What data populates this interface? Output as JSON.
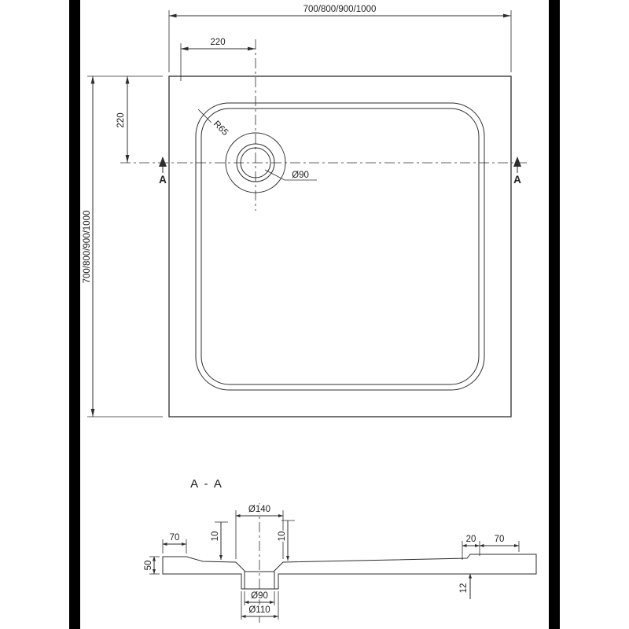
{
  "plan": {
    "overall_width": "700/800/900/1000",
    "overall_height": "700/800/900/1000",
    "drain_offset_horizontal": "220",
    "drain_offset_vertical": "220",
    "corner_radius": "R65",
    "drain_diameter": "Ø90",
    "section_label": "A"
  },
  "section": {
    "title": "A - A",
    "recess_diameter": "Ø140",
    "left_rim_width": "70",
    "rim_height": "10",
    "recess_depth": "10",
    "left_edge_height": "50",
    "right_step_width": "20",
    "right_rim_width": "70",
    "base_thickness": "12",
    "drain_hole_diameter": "Ø90",
    "drain_flange_diameter": "Ø110"
  },
  "colors": {
    "line": "#2d2d2d",
    "side_bars": "#000000",
    "background": "#ffffff"
  }
}
